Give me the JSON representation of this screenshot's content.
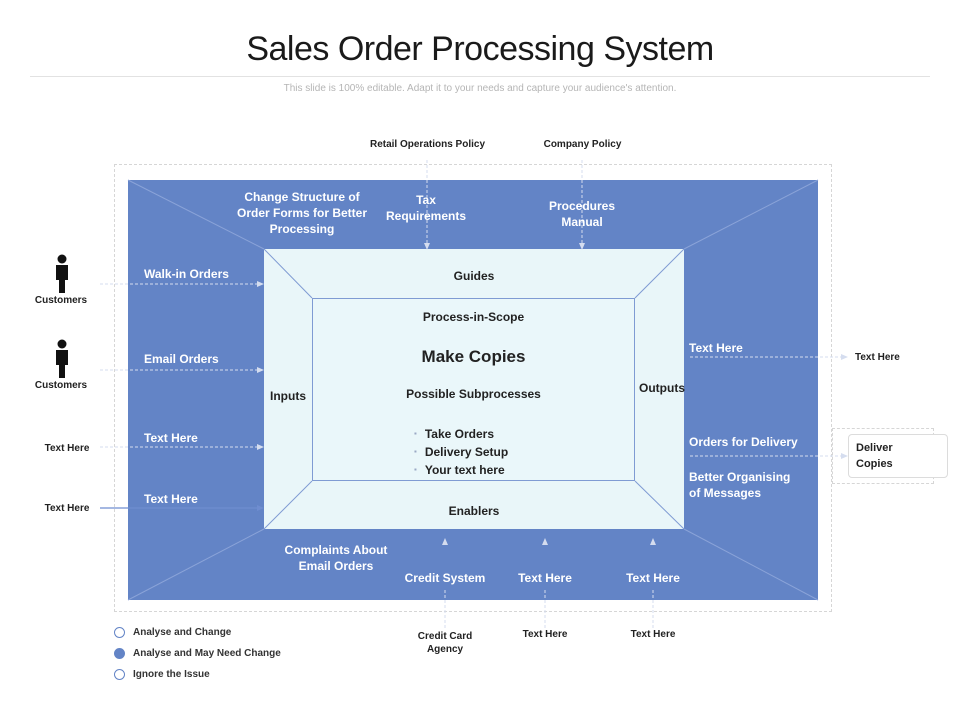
{
  "title": "Sales Order Processing System",
  "subtitle": "This slide is 100% editable. Adapt it to your needs and capture your audience's attention.",
  "top_labels": {
    "retail_policy": "Retail Operations Policy",
    "company_policy": "Company Policy"
  },
  "guides": {
    "change_structure": "Change Structure of Order Forms for Better Processing",
    "tax": "Tax Requirements",
    "procedures": "Procedures Manual",
    "label": "Guides"
  },
  "inputs": {
    "label": "Inputs",
    "walkin": "Walk-in Orders",
    "email": "Email Orders",
    "text1": "Text Here",
    "text2": "Text Here"
  },
  "left_sources": {
    "customers1": "Customers",
    "customers2": "Customers",
    "text1": "Text Here",
    "text2": "Text Here"
  },
  "process": {
    "scope": "Process-in-Scope",
    "main": "Make Copies",
    "subprocess_title": "Possible Subprocesses",
    "subprocesses": [
      "Take Orders",
      "Delivery Setup",
      "Your text here"
    ]
  },
  "outputs": {
    "label": "Outputs",
    "text": "Text Here",
    "orders_delivery": "Orders for Delivery",
    "better_org": "Better Organising of Messages"
  },
  "right_targets": {
    "text": "Text Here",
    "deliver": "Deliver Copies"
  },
  "enablers": {
    "label": "Enablers",
    "complaints": "Complaints About Email Orders",
    "credit_system": "Credit System",
    "text1": "Text Here",
    "text2": "Text Here"
  },
  "bottom_sources": {
    "credit_agency": "Credit Card Agency",
    "text1": "Text Here",
    "text2": "Text Here"
  },
  "legend": [
    {
      "label": "Analyse and Change",
      "filled": false
    },
    {
      "label": "Analyse and May Need Change",
      "filled": true
    },
    {
      "label": "Ignore the Issue",
      "filled": false
    }
  ],
  "colors": {
    "blue": "#6384c6",
    "pale": "#e9f6f9"
  }
}
